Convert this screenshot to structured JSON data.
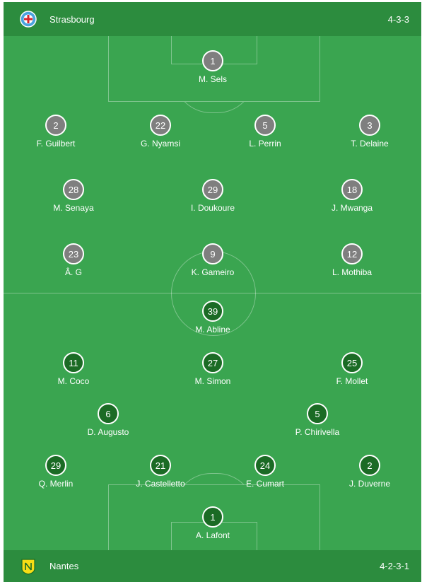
{
  "home": {
    "name": "Strasbourg",
    "formation": "4-3-3",
    "shirt_color": "#7f7f7f",
    "logo_icon": "strasbourg-crest-icon",
    "players": [
      {
        "number": "1",
        "name": "M. Sels"
      },
      {
        "number": "2",
        "name": "F. Guilbert"
      },
      {
        "number": "22",
        "name": "G. Nyamsi"
      },
      {
        "number": "5",
        "name": "L. Perrin"
      },
      {
        "number": "3",
        "name": "T. Delaine"
      },
      {
        "number": "28",
        "name": "M. Senaya"
      },
      {
        "number": "29",
        "name": "I. Doukoure"
      },
      {
        "number": "18",
        "name": "J. Mwanga"
      },
      {
        "number": "23",
        "name": "Â. G"
      },
      {
        "number": "9",
        "name": "K. Gameiro"
      },
      {
        "number": "12",
        "name": "L. Mothiba"
      }
    ]
  },
  "away": {
    "name": "Nantes",
    "formation": "4-2-3-1",
    "shirt_color": "#1b6b25",
    "logo_icon": "nantes-crest-icon",
    "players": [
      {
        "number": "39",
        "name": "M. Abline"
      },
      {
        "number": "11",
        "name": "M. Coco"
      },
      {
        "number": "27",
        "name": "M. Simon"
      },
      {
        "number": "25",
        "name": "F. Mollet"
      },
      {
        "number": "6",
        "name": "D. Augusto"
      },
      {
        "number": "5",
        "name": "P. Chirivella"
      },
      {
        "number": "29",
        "name": "Q. Merlin"
      },
      {
        "number": "21",
        "name": "J. Castelletto"
      },
      {
        "number": "24",
        "name": "E. Cumart"
      },
      {
        "number": "2",
        "name": "J. Duverne"
      },
      {
        "number": "1",
        "name": "A. Lafont"
      }
    ]
  },
  "colors": {
    "header_bg": "#2c8c3e",
    "pitch": "#3aa550"
  }
}
